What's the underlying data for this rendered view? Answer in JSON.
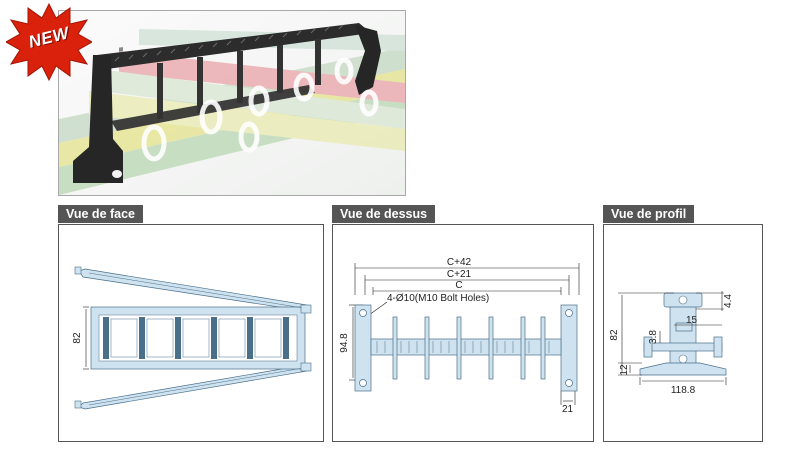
{
  "badge": {
    "text": "NEW",
    "color": "#d9210b"
  },
  "panels": {
    "front": {
      "title": "Vue de face",
      "dims": {
        "height": "82"
      }
    },
    "top": {
      "title": "Vue de dessus",
      "dims": {
        "c42": "C+42",
        "c21": "C+21",
        "c": "C",
        "holes": "4-Ø10(M10 Bolt Holes)",
        "height": "94.8",
        "base": "21"
      }
    },
    "profile": {
      "title": "Vue de profil",
      "dims": {
        "height": "82",
        "base_h": "12",
        "width": "118.8",
        "d44": "4.4",
        "d38": "3.8",
        "d15": "15"
      }
    }
  },
  "colors": {
    "drawing_fill": "#cfe2ef",
    "drawing_line": "#4a6f8a",
    "tab_bg": "#555555",
    "frame": "#555555"
  }
}
